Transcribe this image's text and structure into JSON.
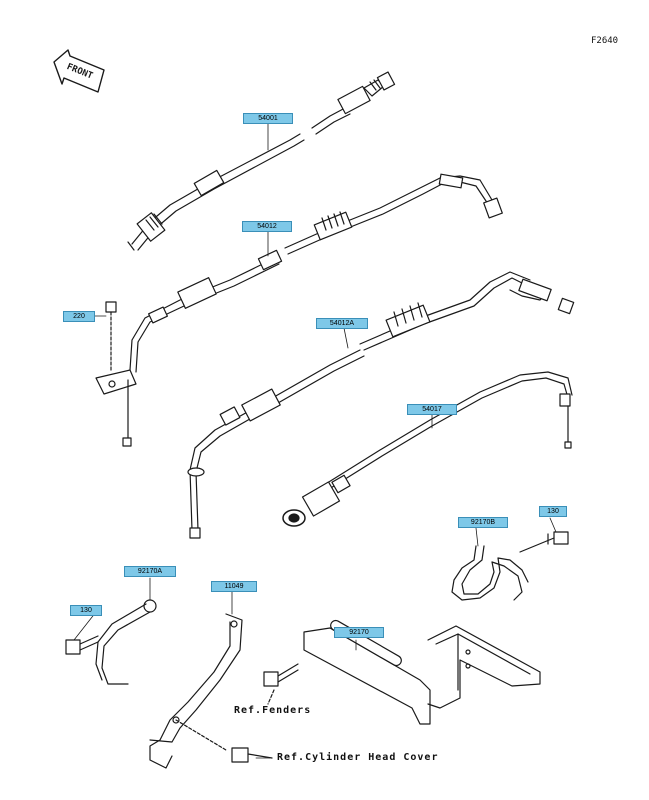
{
  "figure_code": "F2640",
  "front_label": "FRONT",
  "parts": {
    "p54001": "54001",
    "p54012": "54012",
    "p54012a": "54012A",
    "p54017": "54017",
    "p220": "220",
    "p92170b": "92170B",
    "p130_right": "130",
    "p92170a": "92170A",
    "p130_left": "130",
    "p11049": "11049",
    "p92170": "92170"
  },
  "references": {
    "fenders": "Ref.Fenders",
    "cylinder_head_cover": "Ref.Cylinder Head Cover"
  },
  "colors": {
    "callout_fill": "#7ec8e8",
    "line": "#1a1a1a"
  }
}
